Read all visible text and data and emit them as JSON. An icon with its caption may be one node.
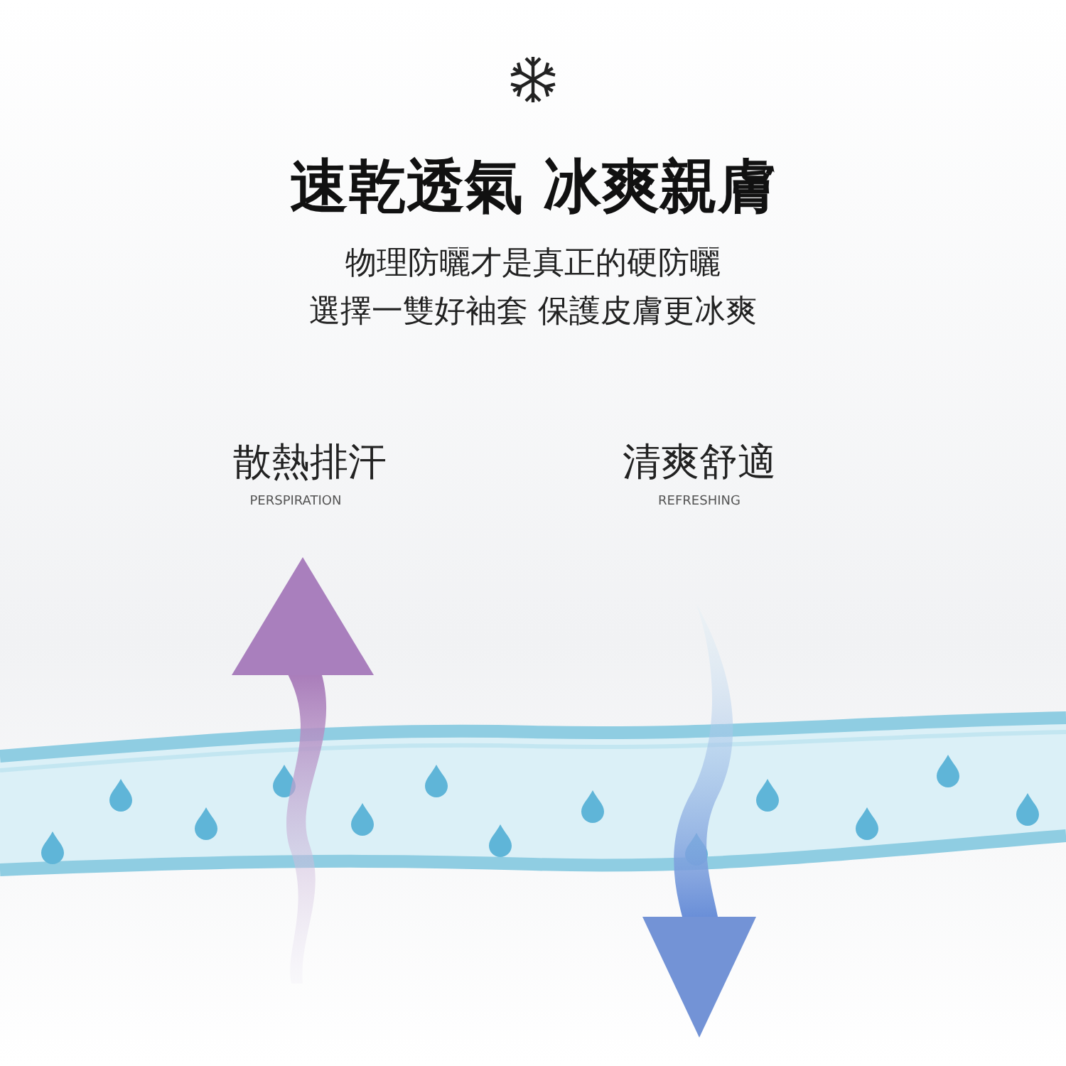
{
  "diagram": {
    "title": "速乾透氣 冰爽親膚",
    "labels": [
      "物理防曬才是真正的硬防曬",
      "選擇一雙好袖套 保護皮膚更冰爽",
      "散熱排汗",
      "PERSPIRATION",
      "清爽舒適",
      "REFRESHING"
    ]
  }
}
